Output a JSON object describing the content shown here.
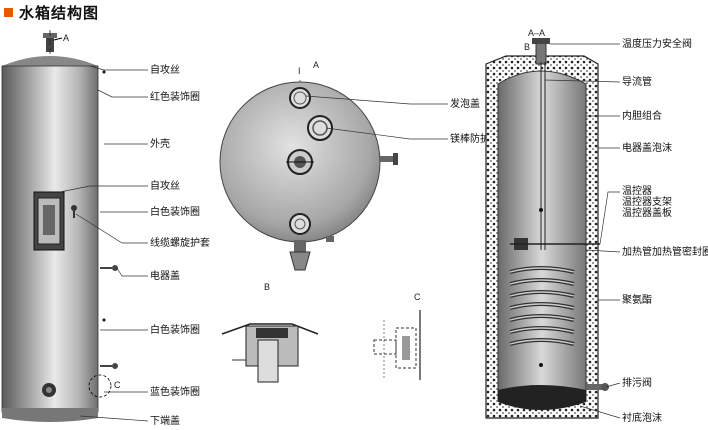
{
  "title": "水箱结构图",
  "accent_color": "#e85a00",
  "left_labels": [
    "自攻丝",
    "红色装饰圈",
    "外壳",
    "自攻丝",
    "白色装饰圈",
    "线缆螺旋护套",
    "电器盖",
    "白色装饰圈",
    "蓝色装饰圈",
    "下端盖"
  ],
  "mid_labels": [
    "发泡盖",
    "镁棒防护盖"
  ],
  "right_labels": [
    "温度压力安全阀",
    "导流管",
    "内胆组合",
    "电器盖泡沫",
    "温控器",
    "温控器支架",
    "温控器盖板",
    "加热管加热管密封圈",
    "聚氨酯",
    "排污阀",
    "衬底泡沫"
  ],
  "markers": {
    "a": "A",
    "a_section": "A–A",
    "b": "B",
    "c": "C",
    "tick": "I"
  }
}
